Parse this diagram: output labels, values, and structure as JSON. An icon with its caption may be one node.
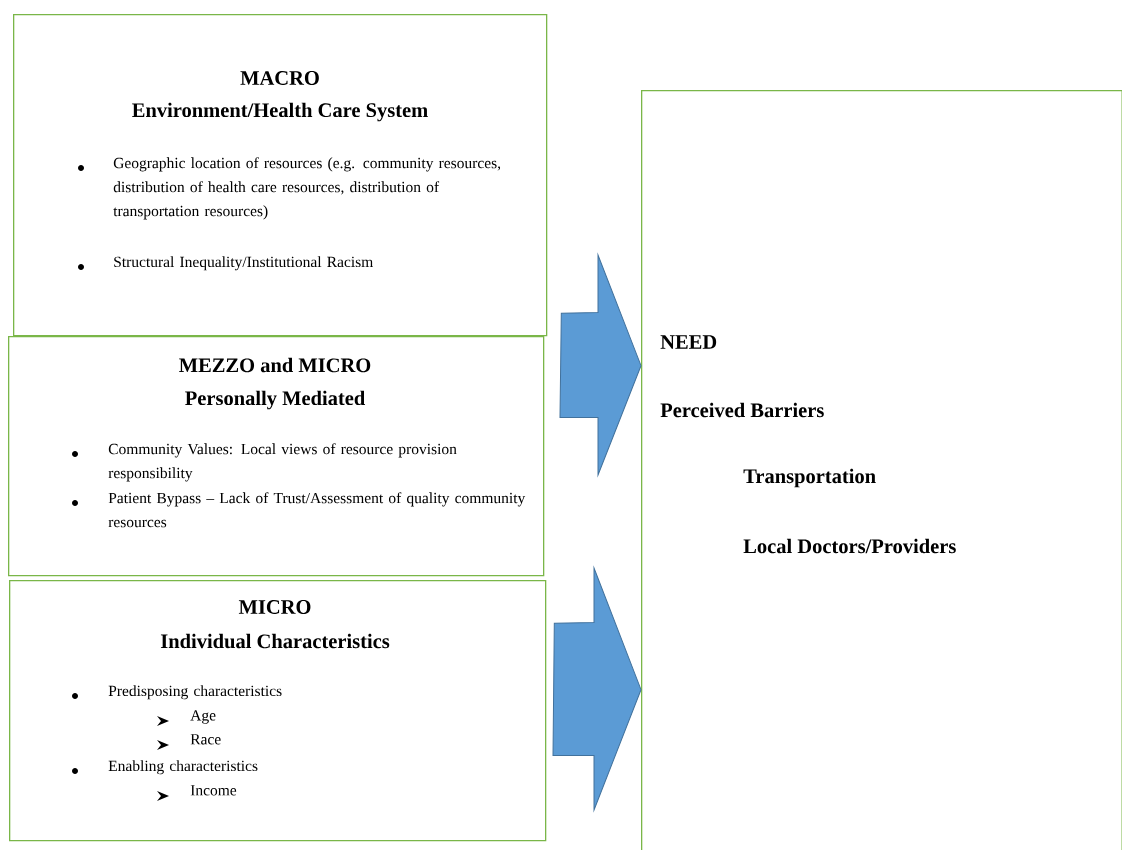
{
  "diagram": {
    "nodes": [
      {
        "text": [
          "MACRO",
          "Environment/Health Care System",
          "Geographic location of resources (e.g. community resources, distribution of health care resources, distribution of transportation resources)",
          "Structural Inequality/Institutional Racism"
        ]
      },
      {
        "text": [
          "MEZZO and MICRO",
          "Personally Mediated",
          "Community Values: Local views of resource provision responsibility",
          "Patient Bypass – Lack of Trust/Assessment of quality community resources"
        ]
      },
      {
        "text": [
          "MICRO",
          "Individual Characteristics",
          "Predisposing characteristics",
          "Age",
          "Race",
          "Enabling characteristics",
          "Income"
        ]
      },
      {
        "text": [
          "NEED",
          "Perceived Barriers",
          "Transportation",
          "Local Doctors/Providers"
        ]
      }
    ],
    "edges": [
      {
        "from": 1,
        "to": 3,
        "arrow": "to"
      },
      {
        "from": 2,
        "to": 3,
        "arrow": "to"
      }
    ]
  }
}
